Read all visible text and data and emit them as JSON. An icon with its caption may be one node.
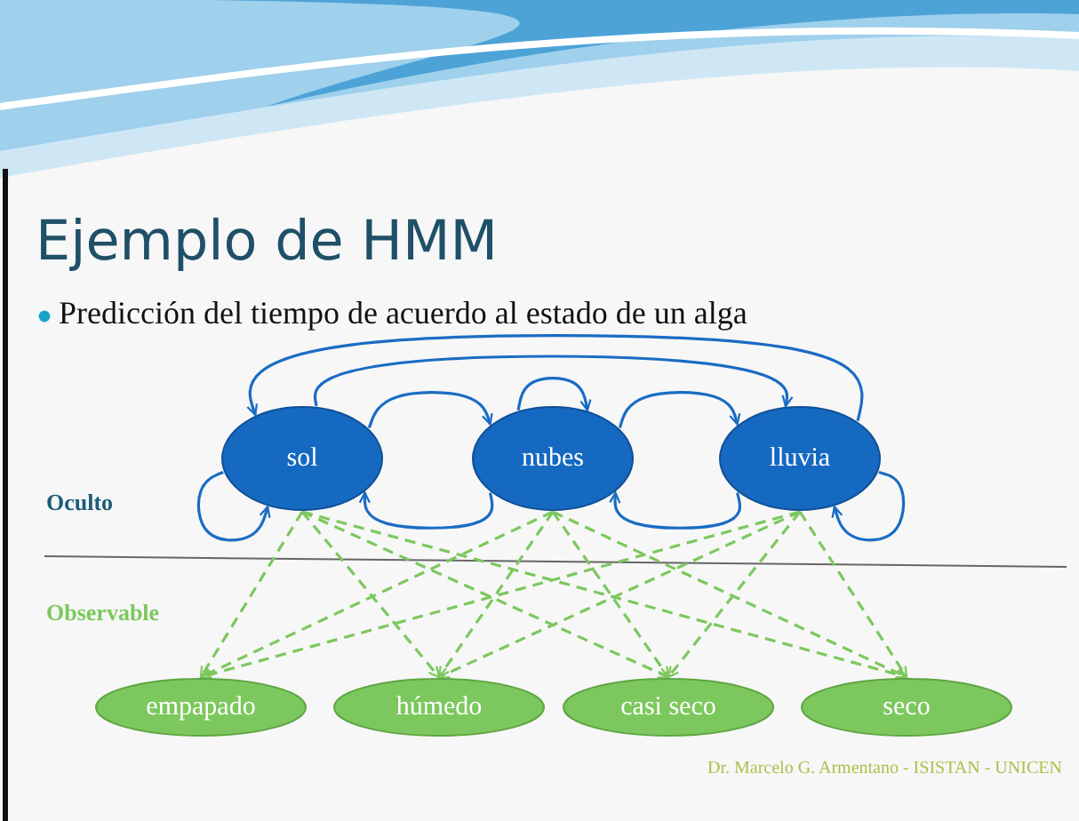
{
  "diagram": {
    "title": "Ejemplo de HMM",
    "nodes": [
      {
        "text": [
          "sol"
        ]
      },
      {
        "text": [
          "nubes"
        ]
      },
      {
        "text": [
          "lluvia"
        ]
      },
      {
        "text": [
          "empapado"
        ]
      },
      {
        "text": [
          "húmedo"
        ]
      },
      {
        "text": [
          "casi seco"
        ]
      },
      {
        "text": [
          "seco"
        ]
      }
    ],
    "edges": [
      {
        "from": 2,
        "to": 0,
        "arrow": "to",
        "color": "#1a6cc4"
      },
      {
        "from": 0,
        "to": 2,
        "arrow": "to",
        "color": "#1a6cc4"
      },
      {
        "from": 0,
        "to": 1,
        "arrow": "to",
        "color": "#1a6cc4"
      },
      {
        "from": 1,
        "to": 1,
        "arrow": "to",
        "color": "#1a6cc4"
      },
      {
        "from": 1,
        "to": 2,
        "arrow": "to",
        "color": "#1a6cc4"
      },
      {
        "from": 1,
        "to": 0,
        "arrow": "to",
        "color": "#1a6cc4"
      },
      {
        "from": 2,
        "to": 1,
        "arrow": "to",
        "color": "#1a6cc4"
      },
      {
        "from": 0,
        "to": 0,
        "arrow": "to",
        "color": "#1a6cc4"
      },
      {
        "from": 2,
        "to": 2,
        "arrow": "to",
        "color": "#1a6cc4"
      },
      {
        "from": 0,
        "to": 3,
        "arrow": "to",
        "style": "dashed",
        "color": "#7cc85e"
      },
      {
        "from": 0,
        "to": 4,
        "arrow": "to",
        "style": "dashed",
        "color": "#7cc85e"
      },
      {
        "from": 0,
        "to": 5,
        "arrow": "to",
        "style": "dashed",
        "color": "#7cc85e"
      },
      {
        "from": 0,
        "to": 6,
        "arrow": "to",
        "style": "dashed",
        "color": "#7cc85e"
      },
      {
        "from": 1,
        "to": 3,
        "arrow": "to",
        "style": "dashed",
        "color": "#7cc85e"
      },
      {
        "from": 1,
        "to": 4,
        "arrow": "to",
        "style": "dashed",
        "color": "#7cc85e"
      },
      {
        "from": 1,
        "to": 5,
        "arrow": "to",
        "style": "dashed",
        "color": "#7cc85e"
      },
      {
        "from": 1,
        "to": 6,
        "arrow": "to",
        "style": "dashed",
        "color": "#7cc85e"
      },
      {
        "from": 2,
        "to": 3,
        "arrow": "to",
        "style": "dashed",
        "color": "#7cc85e"
      },
      {
        "from": 2,
        "to": 4,
        "arrow": "to",
        "style": "dashed",
        "color": "#7cc85e"
      },
      {
        "from": 2,
        "to": 5,
        "arrow": "to",
        "style": "dashed",
        "color": "#7cc85e"
      },
      {
        "from": 2,
        "to": 6,
        "arrow": "to",
        "style": "dashed",
        "color": "#7cc85e"
      }
    ],
    "labels": [
      "Predicción del tiempo de acuerdo al estado de un alga",
      "Oculto",
      "Observable",
      "Dr. Marcelo G. Armentano - ISISTAN - UNICEN"
    ]
  }
}
